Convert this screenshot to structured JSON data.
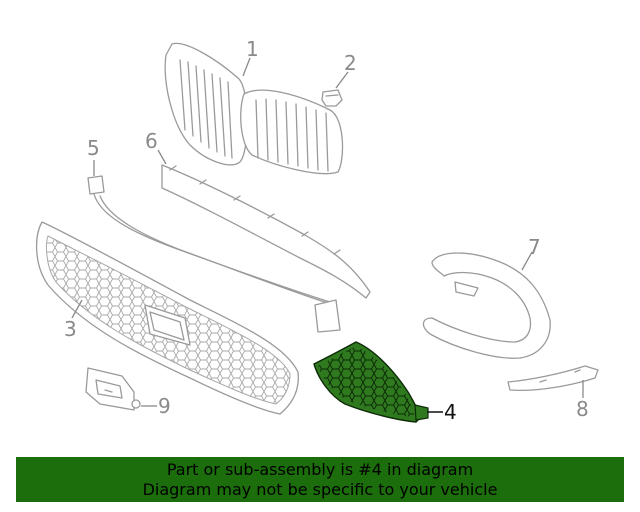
{
  "callouts": {
    "c1": "1",
    "c2": "2",
    "c3": "3",
    "c4": "4",
    "c5": "5",
    "c6": "6",
    "c7": "7",
    "c8": "8",
    "c9": "9"
  },
  "banner": {
    "line1": "Part or sub-assembly is #4 in diagram",
    "line2": "Diagram may not be specific to your vehicle"
  },
  "colors": {
    "highlight_part": "#2f7a1f",
    "banner_bg": "#1c6e0c",
    "line_art": "#9a9a9a"
  }
}
